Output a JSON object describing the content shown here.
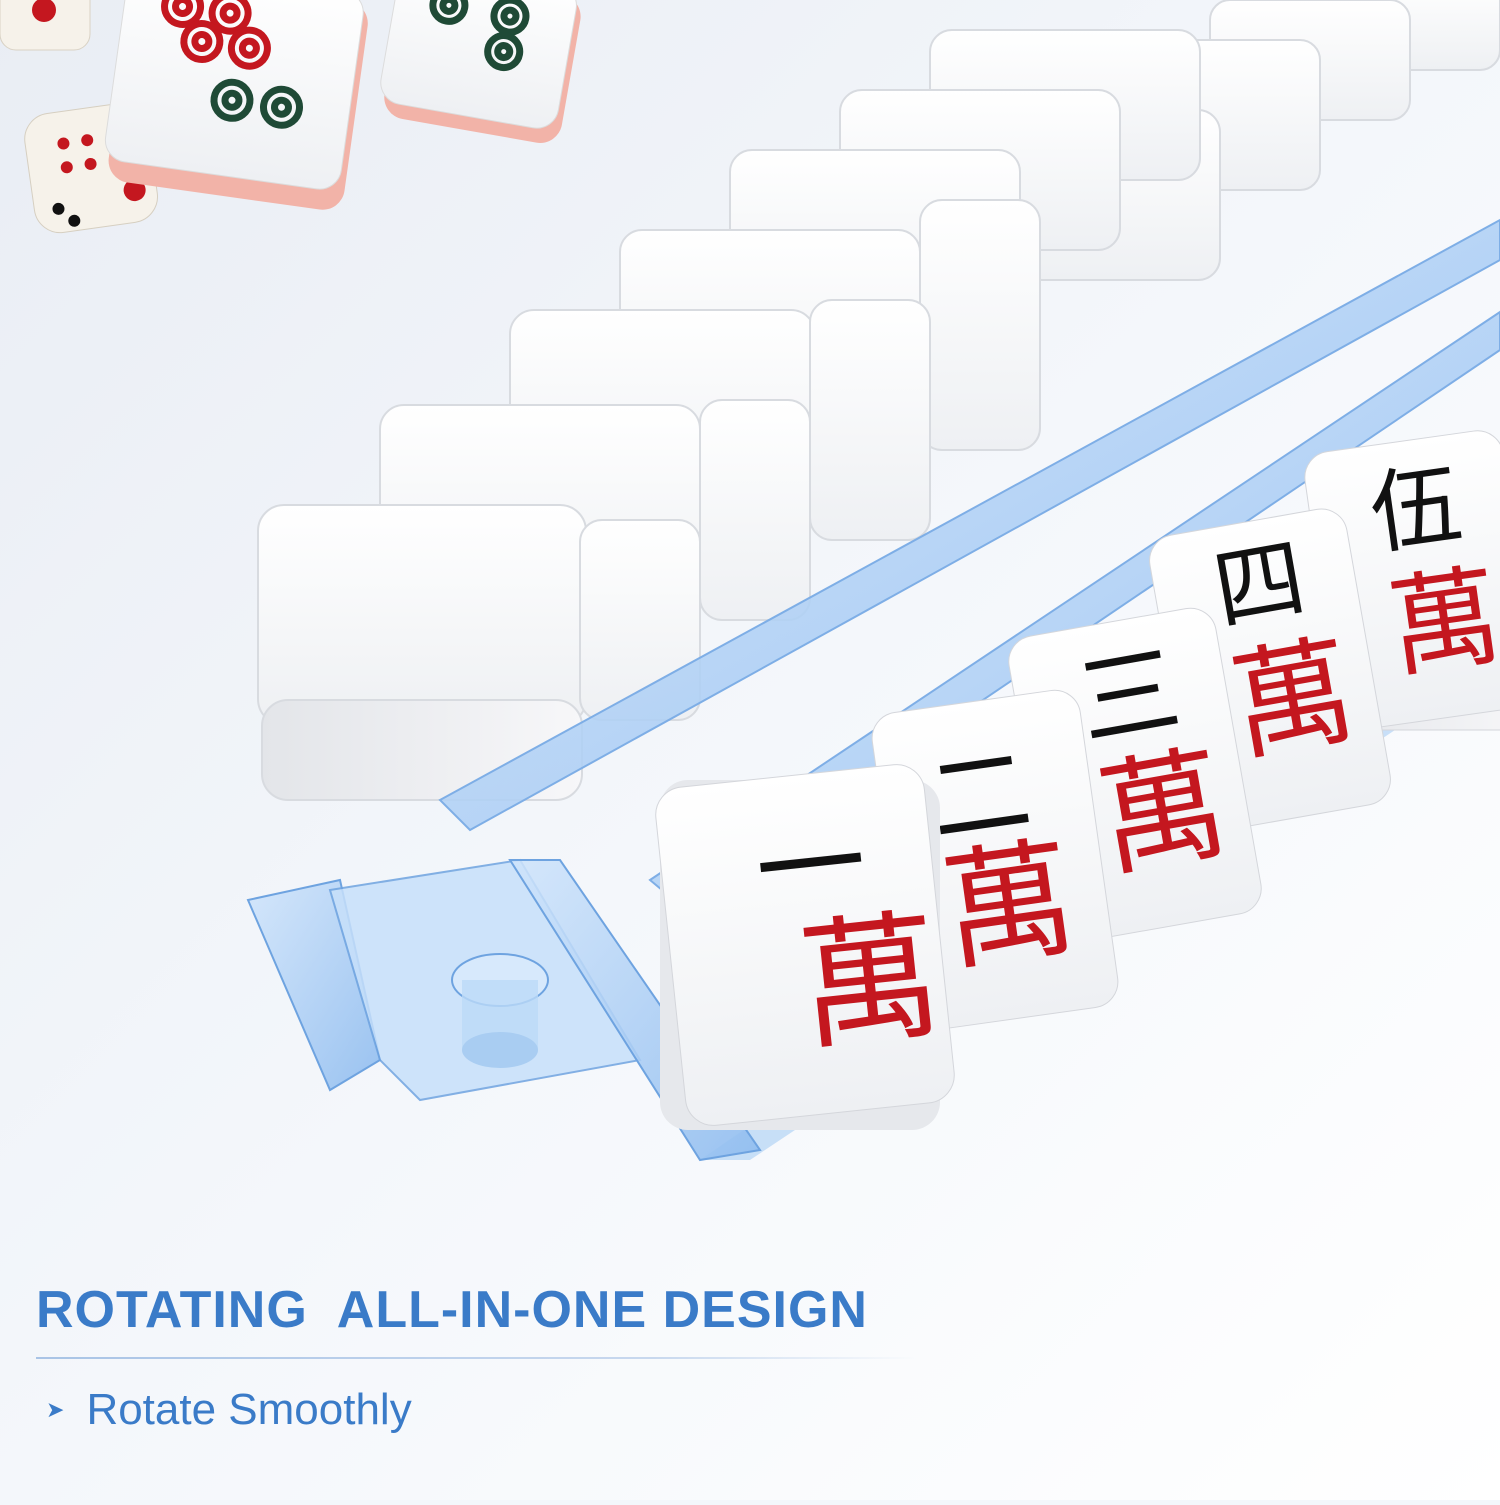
{
  "headline": "ROTATING  ALL-IN-ONE DESIGN",
  "bullet_glyph": "➤",
  "feature": "Rotate Smoothly",
  "tiles": [
    {
      "number": "一",
      "suit": "萬"
    },
    {
      "number": "二",
      "suit": "萬"
    },
    {
      "number": "三",
      "suit": "萬"
    },
    {
      "number": "四",
      "suit": "萬"
    },
    {
      "number": "伍",
      "suit": "萬"
    }
  ],
  "colors": {
    "accent": "#3a7bc8",
    "rack": "#a9cdf2",
    "tile_red": "#c4171f",
    "tile_green": "#1f4a36",
    "tile_black": "#111111"
  }
}
